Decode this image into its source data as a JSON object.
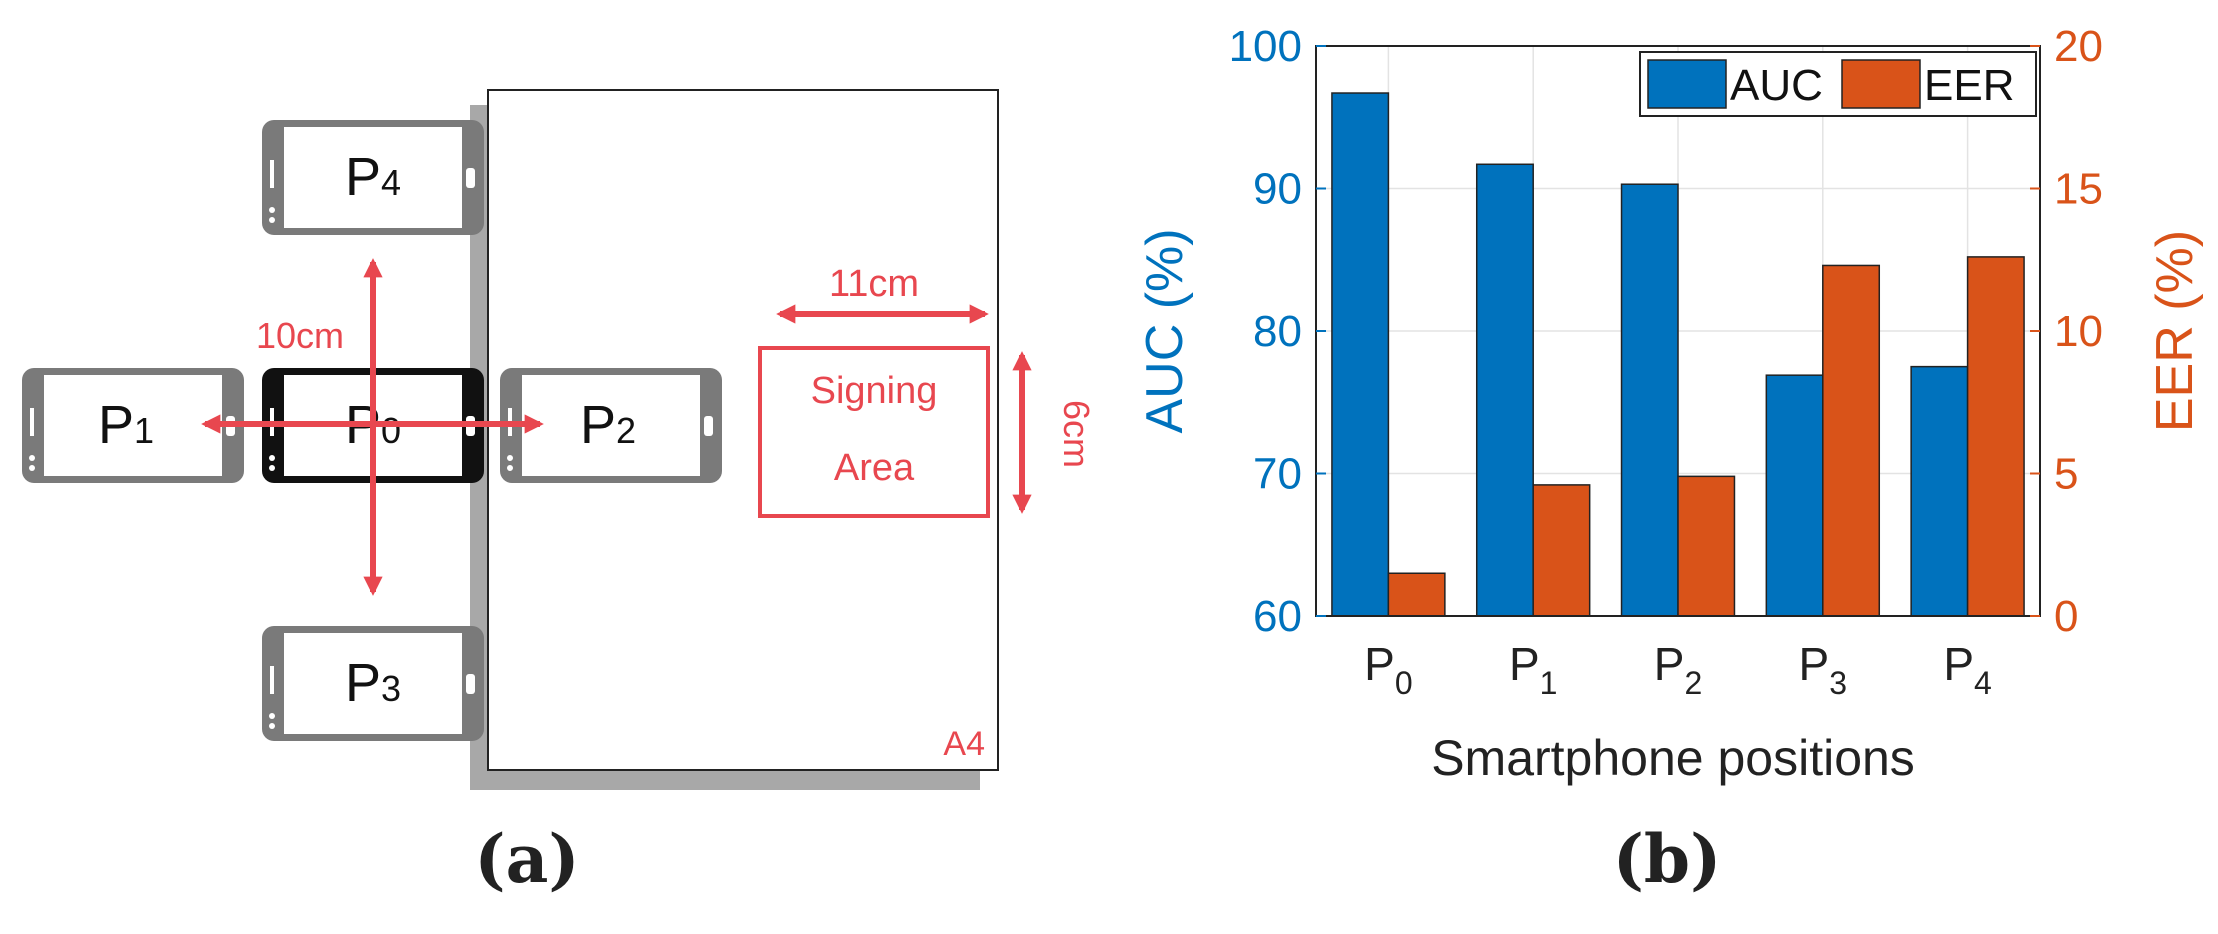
{
  "panel_a": {
    "caption": "(a)",
    "phones": [
      {
        "id": "P0",
        "base": "P",
        "sub": "0"
      },
      {
        "id": "P1",
        "base": "P",
        "sub": "1"
      },
      {
        "id": "P2",
        "base": "P",
        "sub": "2"
      },
      {
        "id": "P3",
        "base": "P",
        "sub": "3"
      },
      {
        "id": "P4",
        "base": "P",
        "sub": "4"
      }
    ],
    "dist_label": "10cm",
    "width_label": "11cm",
    "height_label": "6cm",
    "signing_area": [
      "Signing",
      "Area"
    ],
    "paper_label": "A4",
    "colors": {
      "annotation": "#e8474f",
      "phone_gray": "#7a7a7a",
      "phone_active": "#111111",
      "paper_shadow": "#a8a8a8"
    }
  },
  "panel_b": {
    "caption": "(b)"
  },
  "chart_data": {
    "type": "bar",
    "categories": [
      {
        "base": "P",
        "sub": "0"
      },
      {
        "base": "P",
        "sub": "1"
      },
      {
        "base": "P",
        "sub": "2"
      },
      {
        "base": "P",
        "sub": "3"
      },
      {
        "base": "P",
        "sub": "4"
      }
    ],
    "series": [
      {
        "name": "AUC",
        "axis": "left",
        "color": "#0072bd",
        "values": [
          96.7,
          91.7,
          90.3,
          76.9,
          77.5
        ]
      },
      {
        "name": "EER",
        "axis": "right",
        "color": "#d95319",
        "values": [
          1.5,
          4.6,
          4.9,
          12.3,
          12.6
        ]
      }
    ],
    "xlabel": "Smartphone positions",
    "ylabel_left": "AUC (%)",
    "ylabel_right": "EER (%)",
    "ylim_left": [
      60,
      100
    ],
    "yticks_left": [
      60,
      70,
      80,
      90,
      100
    ],
    "ylim_right": [
      0,
      20
    ],
    "yticks_right": [
      0,
      5,
      10,
      15,
      20
    ],
    "grid": true,
    "legend": "top-right"
  }
}
